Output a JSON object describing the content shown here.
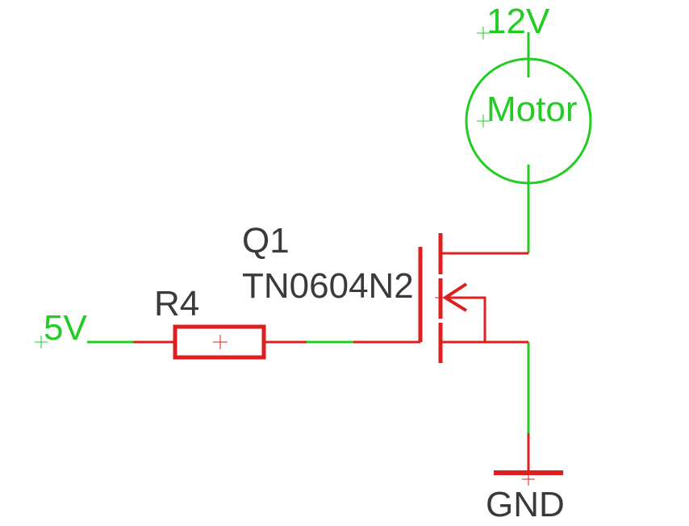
{
  "colors": {
    "background": "#ffffff",
    "wire": "#22cc22",
    "component": "#dd1f1f",
    "text": "#3a3a3a",
    "net_label": "#22cc22",
    "marker": "#22cc22",
    "origin_marker": "#dd1f1f"
  },
  "net_labels": {
    "supply_12v": "12V",
    "supply_5v": "5V",
    "motor": "Motor",
    "ground": "GND"
  },
  "components": {
    "resistor": {
      "designator": "R4"
    },
    "transistor": {
      "designator": "Q1",
      "part": "TN0604N2"
    }
  },
  "icons": {
    "motor": "motor-circle-symbol",
    "resistor": "resistor-rectangle-symbol",
    "transistor": "n-channel-mosfet-symbol",
    "ground": "ground-bar-symbol",
    "origin": "crosshair-marker-icon"
  }
}
